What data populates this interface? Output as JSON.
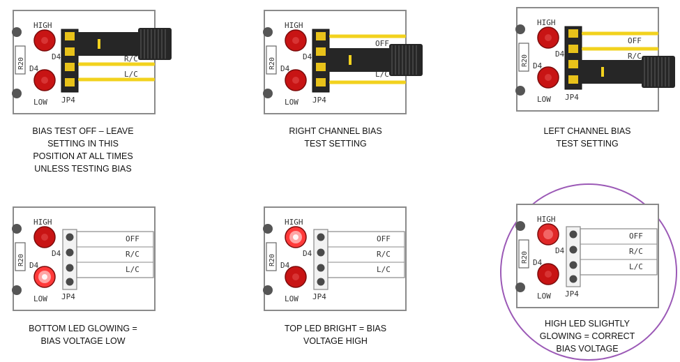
{
  "board_labels": {
    "high": "HIGH",
    "low": "LOW",
    "d4": "D4",
    "r20": "R20",
    "jp4": "JP4",
    "off": "OFF",
    "rc": "R/C",
    "lc": "L/C"
  },
  "panels": [
    {
      "caption": [
        "BIAS TEST OFF – LEAVE",
        "SETTING IN THIS",
        "POSITION AT ALL TIMES",
        "UNLESS TESTING BIAS"
      ],
      "jumper": "OFF",
      "high_led": "dim",
      "low_led": "dim"
    },
    {
      "caption": [
        "RIGHT CHANNEL BIAS",
        "TEST SETTING"
      ],
      "jumper": "R/C",
      "high_led": "dim",
      "low_led": "dim"
    },
    {
      "caption": [
        "LEFT CHANNEL BIAS",
        "TEST SETTING"
      ],
      "jumper": "L/C",
      "high_led": "dim",
      "low_led": "dim"
    },
    {
      "caption": [
        "BOTTOM LED GLOWING =",
        "BIAS VOLTAGE LOW"
      ],
      "jumper": "none",
      "high_led": "dim",
      "low_led": "bright"
    },
    {
      "caption": [
        "TOP LED BRIGHT = BIAS",
        "VOLTAGE HIGH"
      ],
      "jumper": "none",
      "high_led": "bright",
      "low_led": "dim"
    },
    {
      "caption": [
        "HIGH LED SLIGHTLY",
        "GLOWING = CORRECT",
        "BIAS VOLTAGE"
      ],
      "jumper": "none",
      "high_led": "slight",
      "low_led": "dim",
      "highlighted": true
    }
  ],
  "colors": {
    "led_dim": "#c81414",
    "led_bright": "#ff3a3a",
    "wire": "#f2d21e",
    "jumper": "#262626",
    "highlight": "#9b59b6"
  }
}
